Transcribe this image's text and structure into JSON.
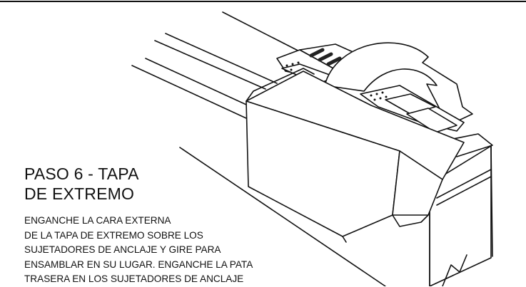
{
  "title_lines": [
    "PASO 6 - TAPA",
    "DE EXTREMO"
  ],
  "instruction_lines": [
    "ENGANCHE LA CARA EXTERNA",
    "DE LA TAPA DE EXTREMO SOBRE LOS",
    "SUJETADORES DE ANCLAJE Y GIRE PARA",
    "ENSAMBLAR EN SU LUGAR. ENGANCHE LA PATA",
    "TRASERA EN LOS SUJETADORES DE ANCLAJE"
  ],
  "colors": {
    "line": "#111111",
    "background": "#ffffff",
    "stripe": "#222222"
  },
  "icons": [
    "curved-arrow-icon"
  ]
}
